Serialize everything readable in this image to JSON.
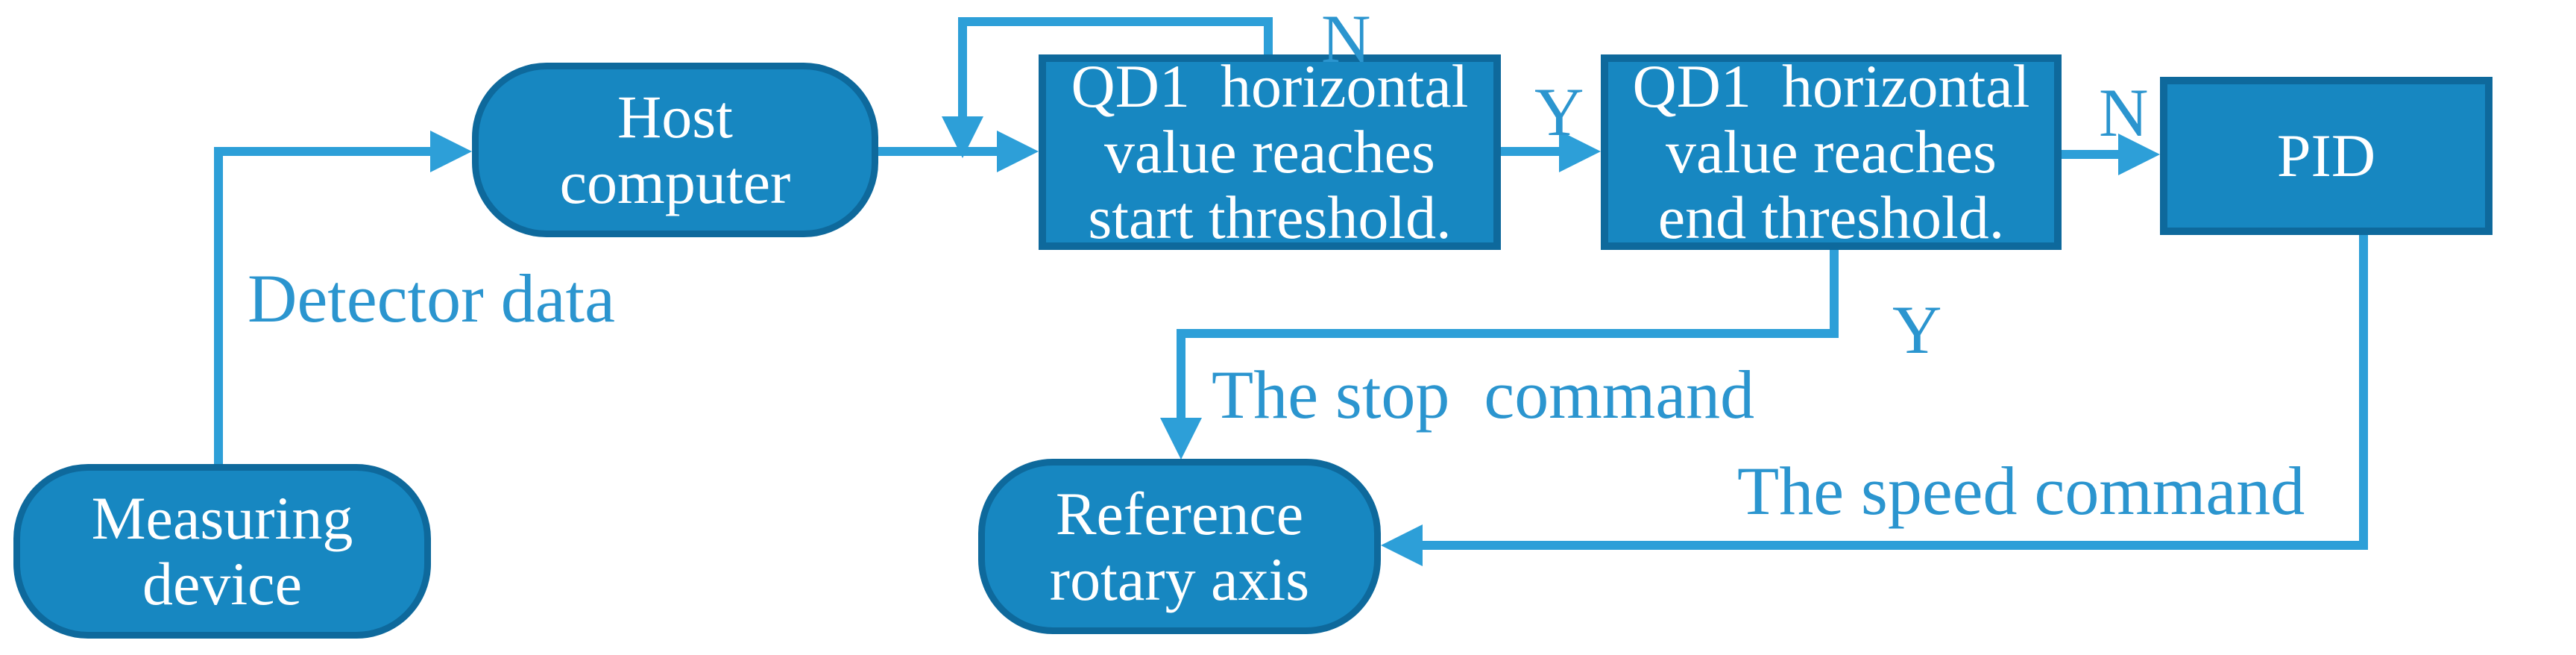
{
  "colors": {
    "node_fill": "#1787c1",
    "node_border": "#0e699c",
    "arrow": "#2d9fd8",
    "label_text": "#2b95cf",
    "node_text": "#ffffff",
    "background": "#ffffff"
  },
  "nodes": {
    "measuring_device": {
      "label": "Measuring\ndevice"
    },
    "host_computer": {
      "label": "Host\ncomputer"
    },
    "qd1_start_threshold": {
      "label": "QD1  horizontal\nvalue reaches\nstart threshold."
    },
    "qd1_end_threshold": {
      "label": "QD1  horizontal\nvalue reaches\nend threshold."
    },
    "pid": {
      "label": "PID"
    },
    "reference_rotary_axis": {
      "label": "Reference\nrotary axis"
    }
  },
  "edge_labels": {
    "detector_data": "Detector data",
    "start_loop_no": "N",
    "start_yes": "Y",
    "end_no": "N",
    "end_yes": "Y",
    "stop_command": "The stop  command",
    "speed_command": "The speed command"
  }
}
